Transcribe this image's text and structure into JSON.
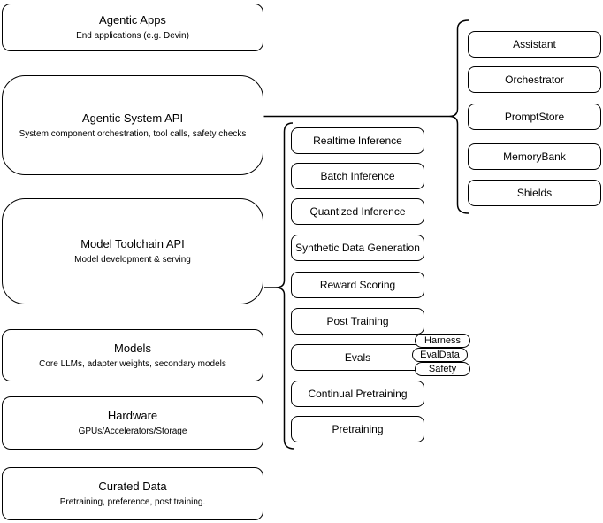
{
  "diagram": {
    "left_column": [
      {
        "title": "Agentic Apps",
        "subtitle": "End applications (e.g. Devin)"
      },
      {
        "title": "Agentic System API",
        "subtitle": "System component orchestration, tool calls, safety checks"
      },
      {
        "title": "Model Toolchain API",
        "subtitle": "Model development & serving"
      },
      {
        "title": "Models",
        "subtitle": "Core LLMs, adapter weights, secondary models"
      },
      {
        "title": "Hardware",
        "subtitle": "GPUs/Accelerators/Storage"
      },
      {
        "title": "Curated Data",
        "subtitle": "Pretraining, preference, post training."
      }
    ],
    "toolchain_items": [
      "Realtime Inference",
      "Batch Inference",
      "Quantized Inference",
      "Synthetic Data Generation",
      "Reward Scoring",
      "Post Training",
      "Evals",
      "Continual Pretraining",
      "Pretraining"
    ],
    "eval_components": [
      "Harness",
      "EvalData",
      "Safety"
    ],
    "system_components": [
      "Assistant",
      "Orchestrator",
      "PromptStore",
      "MemoryBank",
      "Shields"
    ],
    "colors": {
      "stroke": "#000000",
      "fill": "#ffffff",
      "background": "#ffffff"
    }
  }
}
